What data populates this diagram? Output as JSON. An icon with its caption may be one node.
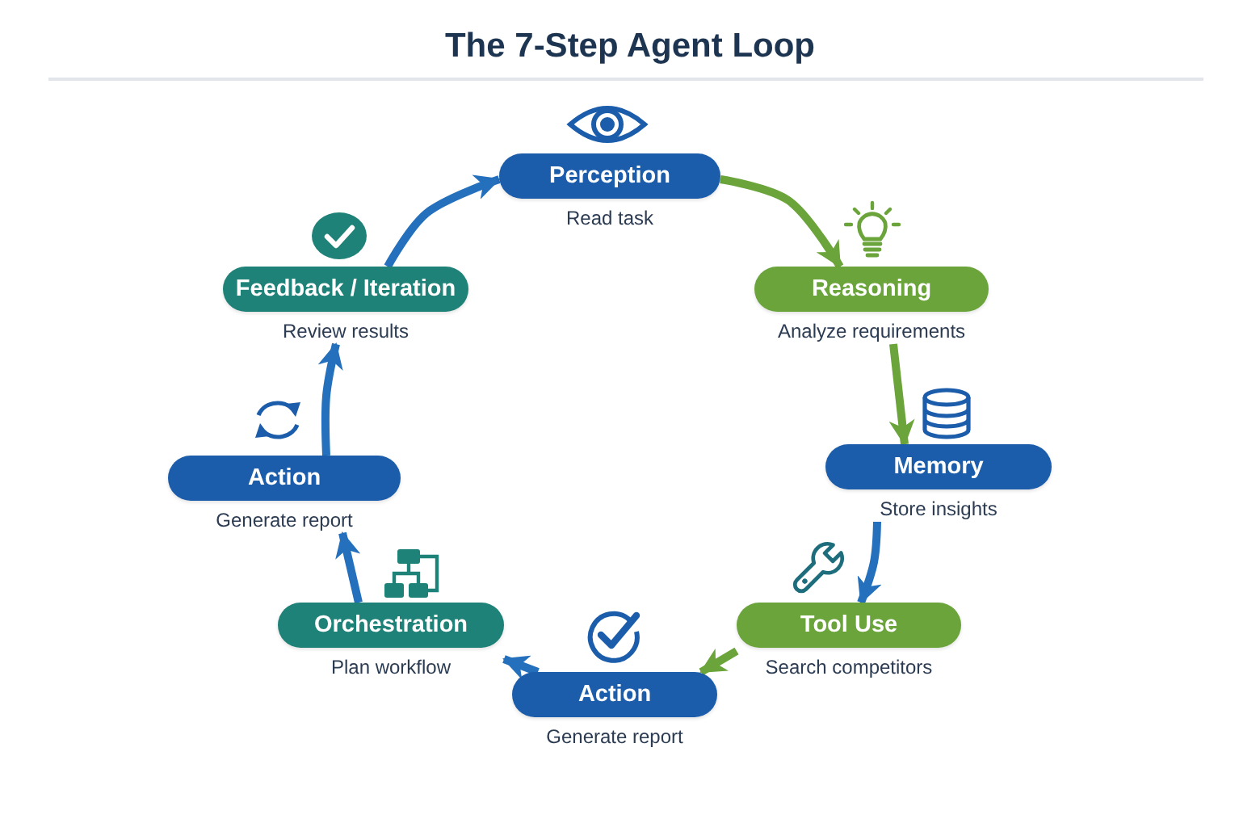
{
  "diagram": {
    "title": "The 7-Step Agent Loop",
    "nodes": [
      {
        "text": [
          "Perception"
        ],
        "beside": [
          "Read task"
        ]
      },
      {
        "text": [
          "Reasoning"
        ],
        "beside": [
          "Analyze requirements"
        ]
      },
      {
        "text": [
          "Memory"
        ],
        "beside": [
          "Store insights"
        ]
      },
      {
        "text": [
          "Tool Use"
        ],
        "beside": [
          "Search competitors"
        ]
      },
      {
        "text": [
          "Action"
        ],
        "beside": [
          "Generate report"
        ]
      },
      {
        "text": [
          "Orchestration"
        ],
        "beside": [
          "Plan workflow"
        ]
      },
      {
        "text": [
          "Action"
        ],
        "beside": [
          "Generate report"
        ]
      },
      {
        "text": [
          "Feedback / Iteration"
        ],
        "beside": [
          "Review results"
        ]
      }
    ],
    "edges": [
      {
        "from": 0,
        "to": 1,
        "arrow": "to",
        "color": "#6aa43a"
      },
      {
        "from": 1,
        "to": 2,
        "arrow": "to",
        "color": "#6aa43a"
      },
      {
        "from": 2,
        "to": 3,
        "arrow": "to"
      },
      {
        "from": 3,
        "to": 4,
        "arrow": "to",
        "color": "#6aa43a"
      },
      {
        "from": 4,
        "to": 5,
        "arrow": "to"
      },
      {
        "from": 5,
        "to": 6,
        "arrow": "to"
      },
      {
        "from": 6,
        "to": 7,
        "arrow": "to"
      },
      {
        "from": 7,
        "to": 0,
        "arrow": "to"
      }
    ]
  }
}
